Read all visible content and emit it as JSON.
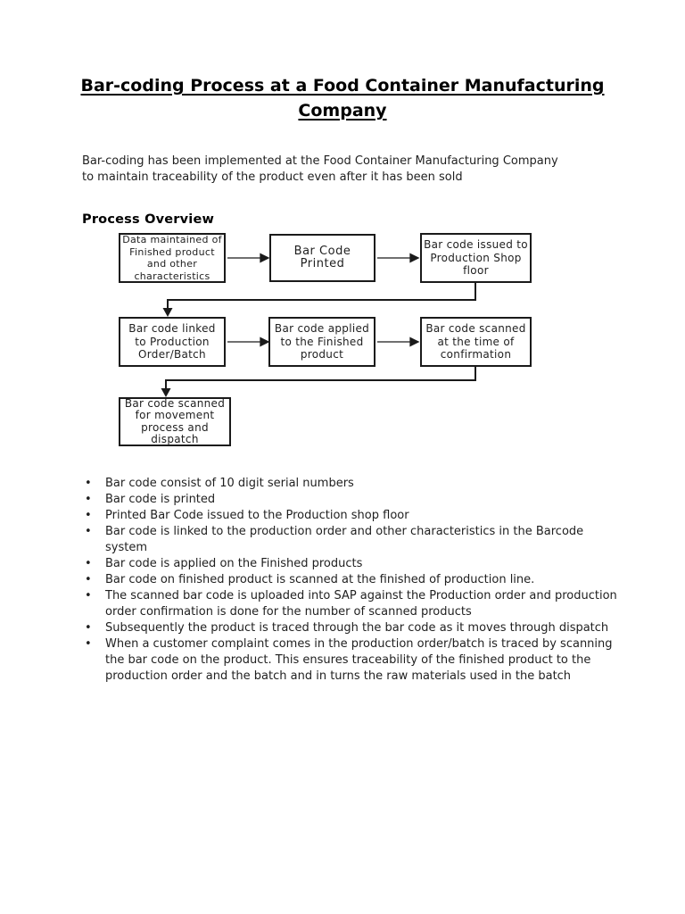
{
  "page": {
    "title": "Bar-coding Process at a Food Container Manufacturing Company",
    "intro": "Bar-coding has been implemented at the Food Container Manufacturing Company to maintain traceability of the product even after it has been sold",
    "section_heading": "Process Overview"
  },
  "flowchart": {
    "boxes": [
      {
        "id": "data-maintained",
        "label": "Data maintained of\nFinished product\nand other\ncharacteristics"
      },
      {
        "id": "bar-code-printed",
        "label": "Bar Code Printed"
      },
      {
        "id": "bar-code-issued",
        "label": "Bar code issued to\nProduction Shop\nfloor"
      },
      {
        "id": "bar-code-linked",
        "label": "Bar code linked\nto Production\nOrder/Batch"
      },
      {
        "id": "bar-code-applied",
        "label": "Bar code applied\nto the Finished\nproduct"
      },
      {
        "id": "bar-code-scanned-confirmation",
        "label": "Bar code scanned\nat the time of\nconfirmation"
      },
      {
        "id": "bar-code-scanned-movement",
        "label": "Bar code scanned\nfor movement\nprocess and\ndispatch"
      }
    ],
    "connections": [
      "data-maintained -> bar-code-printed",
      "bar-code-printed -> bar-code-issued",
      "bar-code-issued -> bar-code-linked",
      "bar-code-linked -> bar-code-applied",
      "bar-code-applied -> bar-code-scanned-confirmation",
      "bar-code-scanned-confirmation -> bar-code-scanned-movement"
    ]
  },
  "bullets": [
    "Bar code consist of 10 digit serial numbers",
    "Bar code is printed",
    "Printed Bar Code issued to the Production shop floor",
    "Bar code is linked to the production order and other characteristics in the Barcode system",
    "Bar code is applied on the Finished products",
    "Bar code on finished product is scanned at the finished of production line.",
    "The scanned bar code is uploaded into SAP against the Production order and production order confirmation is done for the number of scanned products",
    "Subsequently the product is traced through the bar code as it moves through dispatch",
    "When a customer complaint comes in the production order/batch is traced by scanning the bar code on the product. This ensures traceability of the finished product to the production order and the batch and in turns the raw materials used in the batch"
  ],
  "colors": {
    "background": "#ffffff",
    "text": "#1f1f1f",
    "heading": "#000000",
    "line": "#1a1a1a"
  }
}
